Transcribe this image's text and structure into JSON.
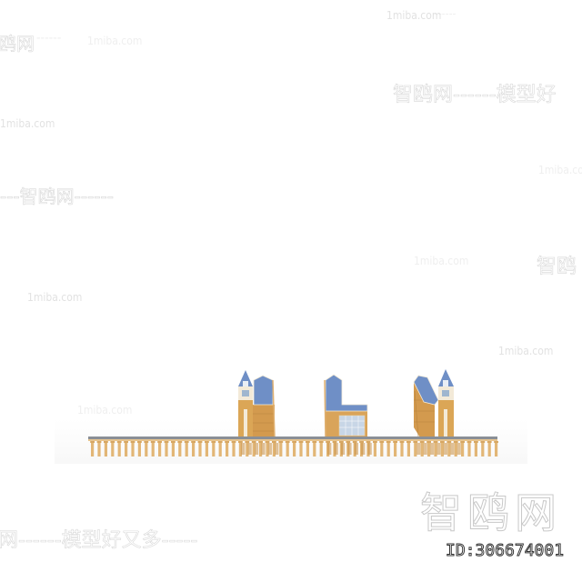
{
  "scene": {
    "description": "3D model render: three European-style buildings with blue roofs and an arcade colonnade",
    "colors": {
      "background": "#ffffff",
      "roof": "#6f8fc6",
      "roof_dark": "#5a78ae",
      "wall": "#d9a45a",
      "wall_dark": "#b9843c",
      "trim": "#f3ead8",
      "colonnade": "#e2b676",
      "colonnade_top": "#8a8f96",
      "glass": "#c8d6e6"
    },
    "buildings": [
      {
        "name": "left-building",
        "has_spire_tower": true,
        "tower_side": "left"
      },
      {
        "name": "center-building",
        "has_spire_tower": false
      },
      {
        "name": "right-building",
        "has_spire_tower": true,
        "tower_side": "right"
      }
    ]
  },
  "watermarks": {
    "site_domain": "1miba.com",
    "site_name": "智鸥网",
    "slogan": "模型好又多",
    "dashes": "------",
    "partial_left": "鸥网",
    "partial_right_1": "智鸥网------模型好",
    "partial_right_2": "智鸥",
    "bottom_slogan_line": "网------模型好又多-----",
    "partial_mid_left": "---智鸥网------"
  },
  "footer": {
    "logo_text": "智鸥网",
    "id_label": "ID:306674001"
  }
}
